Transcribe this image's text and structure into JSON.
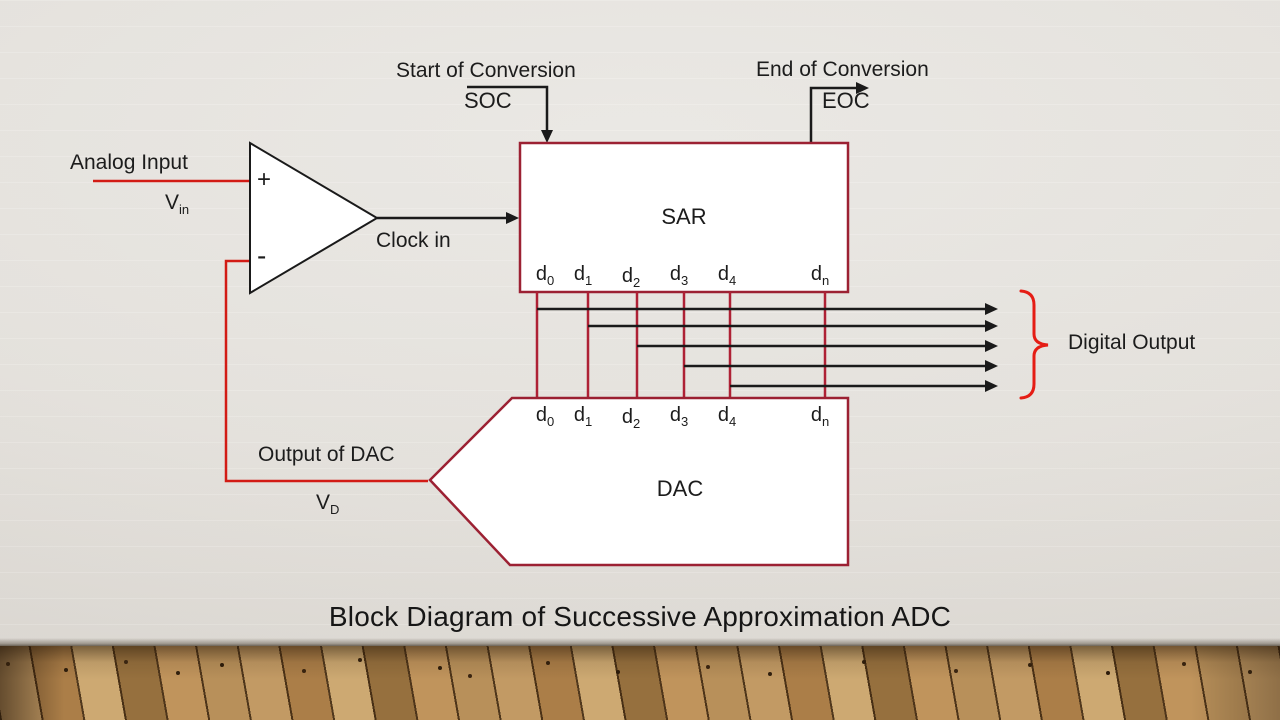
{
  "slide": {
    "title": "Block Diagram of Successive Approximation ADC"
  },
  "comparator": {
    "analog_input_label": "Analog Input",
    "vin_base": "V",
    "vin_sub": "in",
    "plus_label": "+",
    "minus_label": "-",
    "clock_label": "Clock in"
  },
  "soc": {
    "line1": "Start of Conversion",
    "line2": "SOC"
  },
  "eoc": {
    "line1": "End of Conversion",
    "line2": "EOC"
  },
  "sar": {
    "label": "SAR"
  },
  "dac": {
    "label": "DAC",
    "output_label": "Output of DAC",
    "vd_base": "V",
    "vd_sub": "D"
  },
  "digital_output": {
    "label": "Digital Output"
  },
  "bits": [
    {
      "base": "d",
      "sub": "0"
    },
    {
      "base": "d",
      "sub": "1"
    },
    {
      "base": "d",
      "sub": "2"
    },
    {
      "base": "d",
      "sub": "3"
    },
    {
      "base": "d",
      "sub": "4"
    },
    {
      "base": "d",
      "sub": "n"
    }
  ],
  "colors": {
    "wire_red": "#d21b15",
    "box_border": "#9c2133",
    "bit_line": "#ae2135",
    "brace_red": "#e51d15",
    "line_black": "#1a1a1a",
    "slide_bg": "#e7e4df",
    "box_fill": "#ffffff"
  }
}
